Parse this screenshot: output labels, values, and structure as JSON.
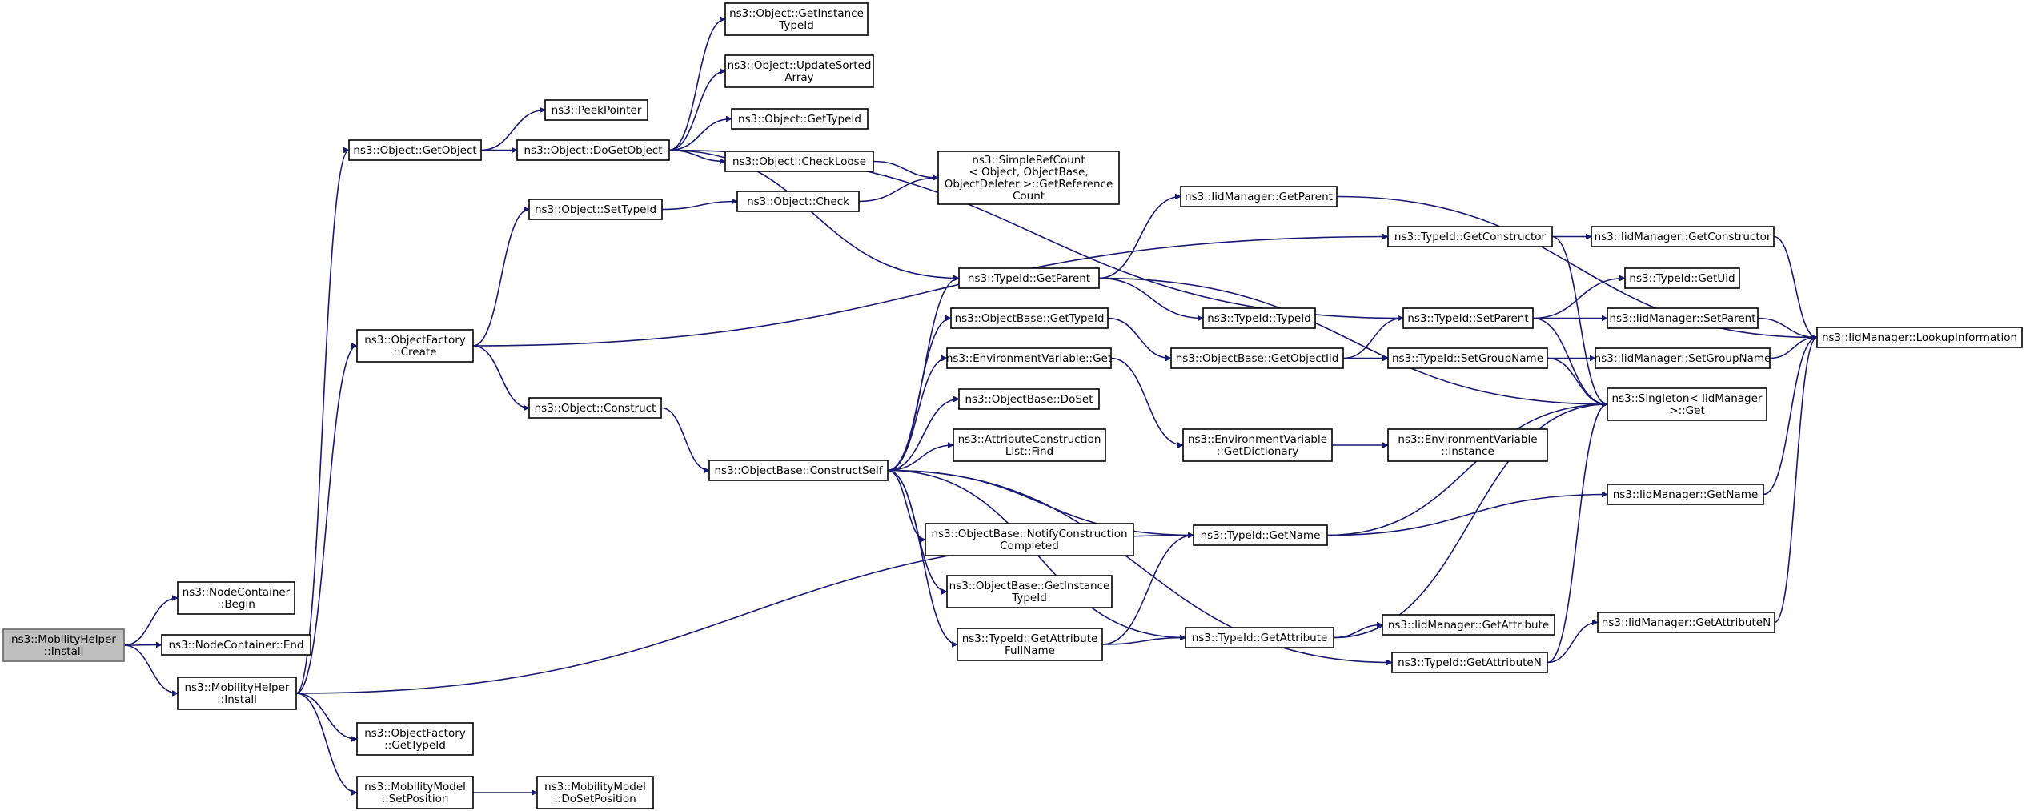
{
  "graph": {
    "type": "call-graph",
    "edge_color": "#191970",
    "root_fill": "#bfbfbf",
    "nodes": [
      {
        "id": "root",
        "lines": [
          "ns3::MobilityHelper",
          "::Install"
        ],
        "root": true
      },
      {
        "id": "ncBegin",
        "lines": [
          "ns3::NodeContainer",
          "::Begin"
        ]
      },
      {
        "id": "ncEnd",
        "lines": [
          "ns3::NodeContainer::End"
        ]
      },
      {
        "id": "mhInstall",
        "lines": [
          "ns3::MobilityHelper",
          "::Install"
        ]
      },
      {
        "id": "getObject",
        "lines": [
          "ns3::Object::GetObject"
        ]
      },
      {
        "id": "peekPointer",
        "lines": [
          "ns3::PeekPointer"
        ]
      },
      {
        "id": "doGetObject",
        "lines": [
          "ns3::Object::DoGetObject"
        ]
      },
      {
        "id": "getInstanceTypeIdObj",
        "lines": [
          "ns3::Object::GetInstance",
          "TypeId"
        ]
      },
      {
        "id": "updateSorted",
        "lines": [
          "ns3::Object::UpdateSorted",
          "Array"
        ]
      },
      {
        "id": "objGetTypeId",
        "lines": [
          "ns3::Object::GetTypeId"
        ]
      },
      {
        "id": "checkLoose",
        "lines": [
          "ns3::Object::CheckLoose"
        ]
      },
      {
        "id": "objCheck",
        "lines": [
          "ns3::Object::Check"
        ]
      },
      {
        "id": "simpleRef",
        "lines": [
          "ns3::SimpleRefCount",
          "< Object, ObjectBase,",
          "ObjectDeleter >::GetReference",
          "Count"
        ]
      },
      {
        "id": "setTypeId",
        "lines": [
          "ns3::Object::SetTypeId"
        ]
      },
      {
        "id": "ofCreate",
        "lines": [
          "ns3::ObjectFactory",
          "::Create"
        ]
      },
      {
        "id": "objConstruct",
        "lines": [
          "ns3::Object::Construct"
        ]
      },
      {
        "id": "constructSelf",
        "lines": [
          "ns3::ObjectBase::ConstructSelf"
        ]
      },
      {
        "id": "tidGetParent",
        "lines": [
          "ns3::TypeId::GetParent"
        ]
      },
      {
        "id": "obGetTypeId",
        "lines": [
          "ns3::ObjectBase::GetTypeId"
        ]
      },
      {
        "id": "envGet",
        "lines": [
          "ns3::EnvironmentVariable::Get"
        ]
      },
      {
        "id": "obDoSet",
        "lines": [
          "ns3::ObjectBase::DoSet"
        ]
      },
      {
        "id": "acFind",
        "lines": [
          "ns3::AttributeConstruction",
          "List::Find"
        ]
      },
      {
        "id": "notifyConstruction",
        "lines": [
          "ns3::ObjectBase::NotifyConstruction",
          "Completed"
        ]
      },
      {
        "id": "obGetInstanceTypeId",
        "lines": [
          "ns3::ObjectBase::GetInstance",
          "TypeId"
        ]
      },
      {
        "id": "tidGetAttrFullName",
        "lines": [
          "ns3::TypeId::GetAttribute",
          "FullName"
        ]
      },
      {
        "id": "iidGetParent",
        "lines": [
          "ns3::IidManager::GetParent"
        ]
      },
      {
        "id": "tidTypeId",
        "lines": [
          "ns3::TypeId::TypeId"
        ]
      },
      {
        "id": "obGetObjectIid",
        "lines": [
          "ns3::ObjectBase::GetObjectIid"
        ]
      },
      {
        "id": "envGetDictionary",
        "lines": [
          "ns3::EnvironmentVariable",
          "::GetDictionary"
        ]
      },
      {
        "id": "tidGetName",
        "lines": [
          "ns3::TypeId::GetName"
        ]
      },
      {
        "id": "tidGetAttribute",
        "lines": [
          "ns3::TypeId::GetAttribute"
        ]
      },
      {
        "id": "tidGetConstructor",
        "lines": [
          "ns3::TypeId::GetConstructor"
        ]
      },
      {
        "id": "tidSetParent",
        "lines": [
          "ns3::TypeId::SetParent"
        ]
      },
      {
        "id": "tidSetGroupName",
        "lines": [
          "ns3::TypeId::SetGroupName"
        ]
      },
      {
        "id": "envInstance",
        "lines": [
          "ns3::EnvironmentVariable",
          "::Instance"
        ]
      },
      {
        "id": "iidGetAttribute",
        "lines": [
          "ns3::IidManager::GetAttribute"
        ]
      },
      {
        "id": "tidGetAttributeN",
        "lines": [
          "ns3::TypeId::GetAttributeN"
        ]
      },
      {
        "id": "iidGetConstructor",
        "lines": [
          "ns3::IidManager::GetConstructor"
        ]
      },
      {
        "id": "tidGetUid",
        "lines": [
          "ns3::TypeId::GetUid"
        ]
      },
      {
        "id": "iidSetParent",
        "lines": [
          "ns3::IidManager::SetParent"
        ]
      },
      {
        "id": "iidSetGroupName",
        "lines": [
          "ns3::IidManager::SetGroupName"
        ]
      },
      {
        "id": "singletonGet",
        "lines": [
          "ns3::Singleton< IidManager",
          ">::Get"
        ]
      },
      {
        "id": "iidGetName",
        "lines": [
          "ns3::IidManager::GetName"
        ]
      },
      {
        "id": "iidGetAttributeN",
        "lines": [
          "ns3::IidManager::GetAttributeN"
        ]
      },
      {
        "id": "iidLookupInformation",
        "lines": [
          "ns3::IidManager::LookupInformation"
        ]
      },
      {
        "id": "ofGetTypeId",
        "lines": [
          "ns3::ObjectFactory",
          "::GetTypeId"
        ]
      },
      {
        "id": "mmSetPosition",
        "lines": [
          "ns3::MobilityModel",
          "::SetPosition"
        ]
      },
      {
        "id": "mmDoSetPosition",
        "lines": [
          "ns3::MobilityModel",
          "::DoSetPosition"
        ]
      }
    ]
  }
}
